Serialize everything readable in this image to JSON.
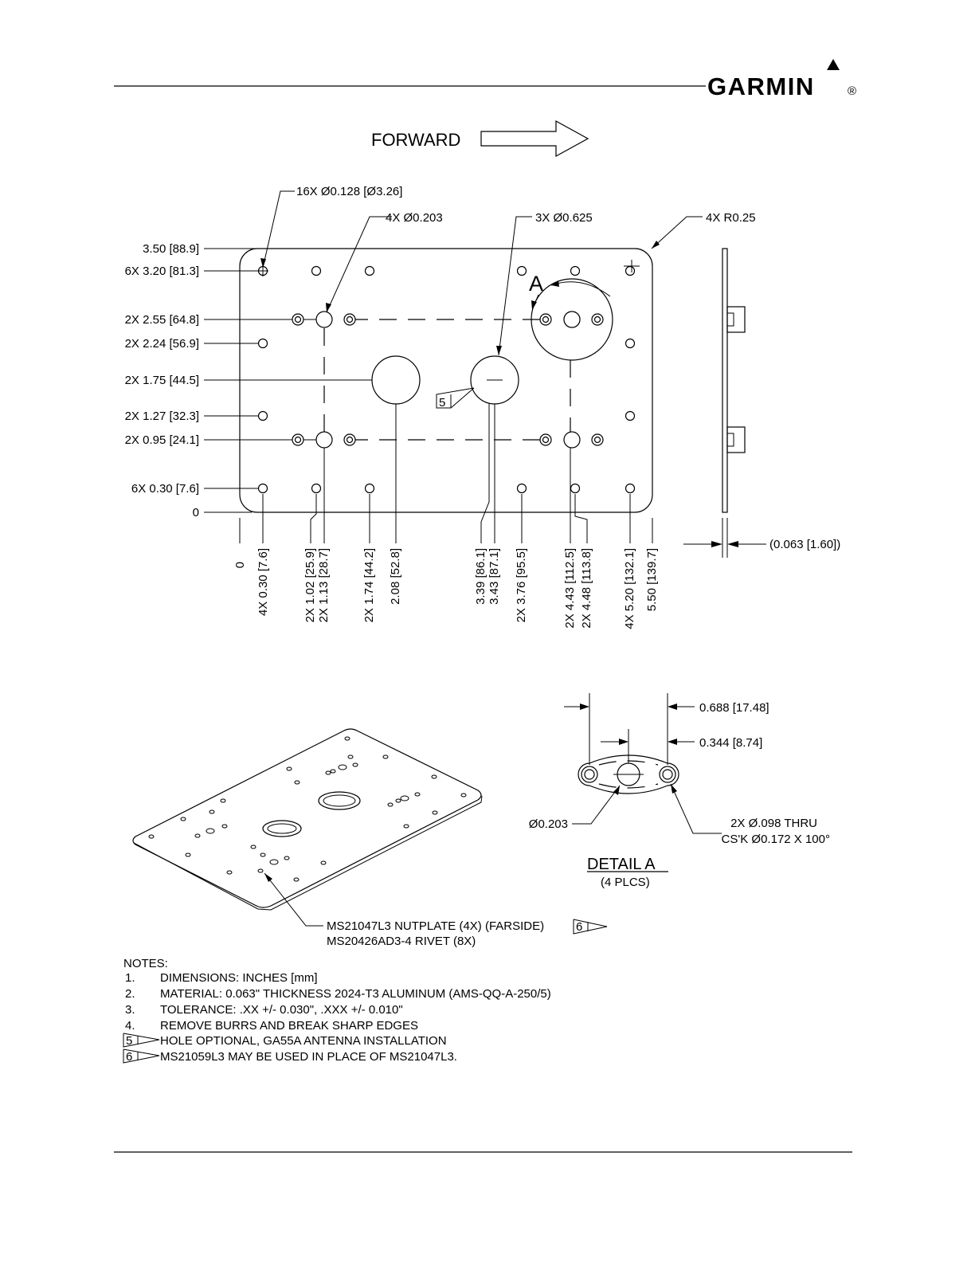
{
  "brand": {
    "logo_text": "GARMIN"
  },
  "forward_label": "FORWARD",
  "callouts": {
    "small_holes": "16X Ø0.128 [Ø3.26]",
    "medium_holes": "4X Ø0.203",
    "large_holes": "3X Ø0.625",
    "corner_radius": "4X R0.25"
  },
  "left_dims": [
    "3.50 [88.9]",
    "6X 3.20 [81.3]",
    "2X 2.55 [64.8]",
    "2X 2.24 [56.9]",
    "2X 1.75 [44.5]",
    "2X 1.27 [32.3]",
    "2X 0.95 [24.1]",
    "6X 0.30 [7.6]",
    "0"
  ],
  "bottom_dims": [
    "0",
    "4X 0.30 [7.6]",
    "2X 1.02 [25.9]",
    "2X 1.13 [28.7]",
    "2X 1.74 [44.2]",
    "2.08 [52.8]",
    "3.39 [86.1]",
    "3.43 [87.1]",
    "2X 3.76 [95.5]",
    "2X 4.43 [112.5]",
    "2X 4.48 [113.8]",
    "4X 5.20 [132.1]",
    "5.50 [139.7]"
  ],
  "thickness_dim": "(0.063 [1.60])",
  "detail_ref": "A",
  "note_flag_5": "5",
  "note_flag_6": "6",
  "detail": {
    "dim_outer": "0.688 [17.48]",
    "dim_inner": "0.344 [8.74]",
    "center_hole": "Ø0.203",
    "side_holes_1": "2X Ø.098 THRU",
    "side_holes_2": "CS'K Ø0.172 X 100°",
    "title": "DETAIL A",
    "subtitle": "(4 PLCS)"
  },
  "iso_callout_1": "MS21047L3 NUTPLATE (4X) (FARSIDE)",
  "iso_callout_2": "MS20426AD3-4 RIVET (8X)",
  "notes": {
    "header": "NOTES:",
    "items": [
      {
        "num": "1.",
        "text": "DIMENSIONS: INCHES [mm]"
      },
      {
        "num": "2.",
        "text": "MATERIAL: 0.063\" THICKNESS 2024-T3 ALUMINUM (AMS-QQ-A-250/5)"
      },
      {
        "num": "3.",
        "text": "TOLERANCE: .XX +/- 0.030\", .XXX +/- 0.010\""
      },
      {
        "num": "4.",
        "text": "REMOVE BURRS AND BREAK SHARP EDGES"
      },
      {
        "num": "5",
        "text": "HOLE OPTIONAL, GA55A ANTENNA INSTALLATION"
      },
      {
        "num": "6",
        "text": "MS21059L3 MAY BE USED IN PLACE OF MS21047L3."
      }
    ]
  }
}
